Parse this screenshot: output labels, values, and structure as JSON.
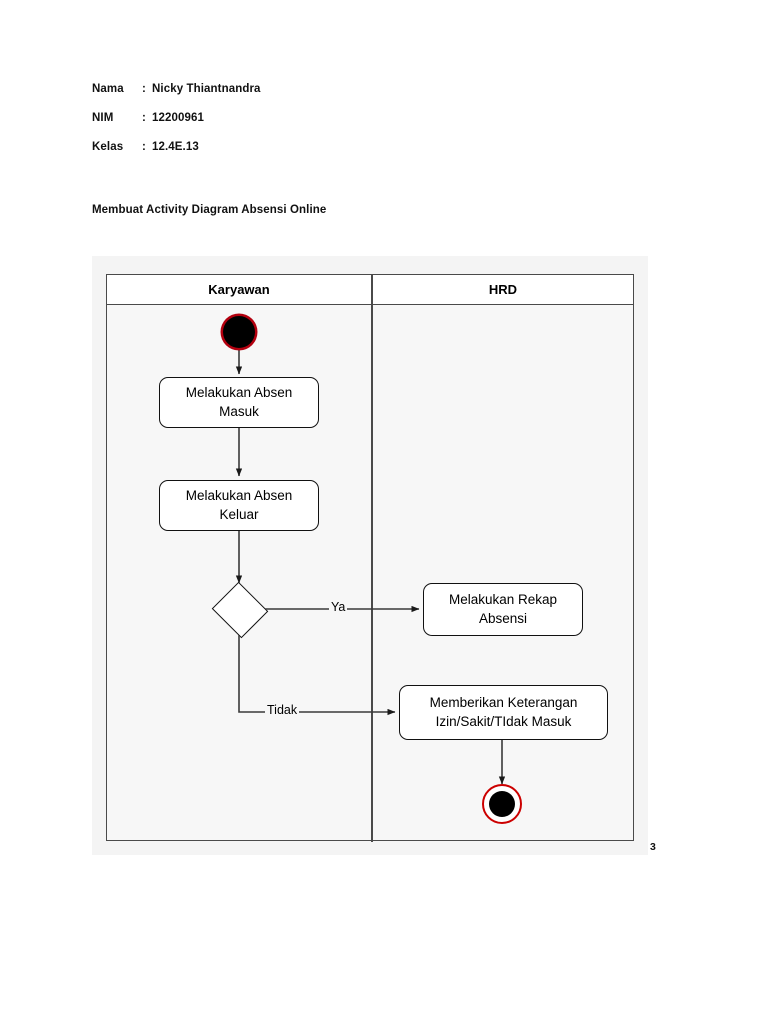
{
  "document": {
    "meta": [
      {
        "label": "Nama",
        "separator": ":",
        "value": "Nicky Thiantnandra"
      },
      {
        "label": "NIM",
        "separator": ":",
        "value": "12200961"
      },
      {
        "label": "Kelas",
        "separator": ":",
        "value": "12.4E.13"
      }
    ],
    "title": "Membuat Activity Diagram Absensi Online",
    "page_number": "3"
  },
  "diagram": {
    "type": "uml-activity-diagram",
    "lanes": [
      {
        "name": "Karyawan"
      },
      {
        "name": "HRD"
      }
    ],
    "nodes": [
      {
        "id": "start",
        "type": "initial-node",
        "lane": "Karyawan",
        "label": ""
      },
      {
        "id": "absen-masuk",
        "type": "activity",
        "lane": "Karyawan",
        "label": "Melakukan Absen Masuk"
      },
      {
        "id": "absen-keluar",
        "type": "activity",
        "lane": "Karyawan",
        "label": "Melakukan Absen Keluar"
      },
      {
        "id": "decision",
        "type": "decision",
        "lane": "Karyawan",
        "label": ""
      },
      {
        "id": "rekap",
        "type": "activity",
        "lane": "HRD",
        "label": "Melakukan Rekap Absensi"
      },
      {
        "id": "keterangan",
        "type": "activity",
        "lane": "HRD",
        "label": "Memberikan Keterangan Izin/Sakit/TIdak Masuk"
      },
      {
        "id": "end",
        "type": "final-node",
        "lane": "HRD",
        "label": ""
      }
    ],
    "edges": [
      {
        "from": "start",
        "to": "absen-masuk",
        "label": ""
      },
      {
        "from": "absen-masuk",
        "to": "absen-keluar",
        "label": ""
      },
      {
        "from": "absen-keluar",
        "to": "decision",
        "label": ""
      },
      {
        "from": "decision",
        "to": "rekap",
        "label": "Ya"
      },
      {
        "from": "decision",
        "to": "keterangan",
        "label": "Tidak"
      },
      {
        "from": "keterangan",
        "to": "end",
        "label": ""
      }
    ],
    "colors": {
      "initial_node_fill": "#000000",
      "initial_node_ring": "#b3000f",
      "final_node_ring": "#cc0000",
      "final_node_core": "#000000",
      "node_border": "#111111",
      "node_fill": "#ffffff",
      "lane_border": "#4a4a4a",
      "canvas_background": "#f4f4f4",
      "lane_background": "#f7f7f7"
    }
  }
}
